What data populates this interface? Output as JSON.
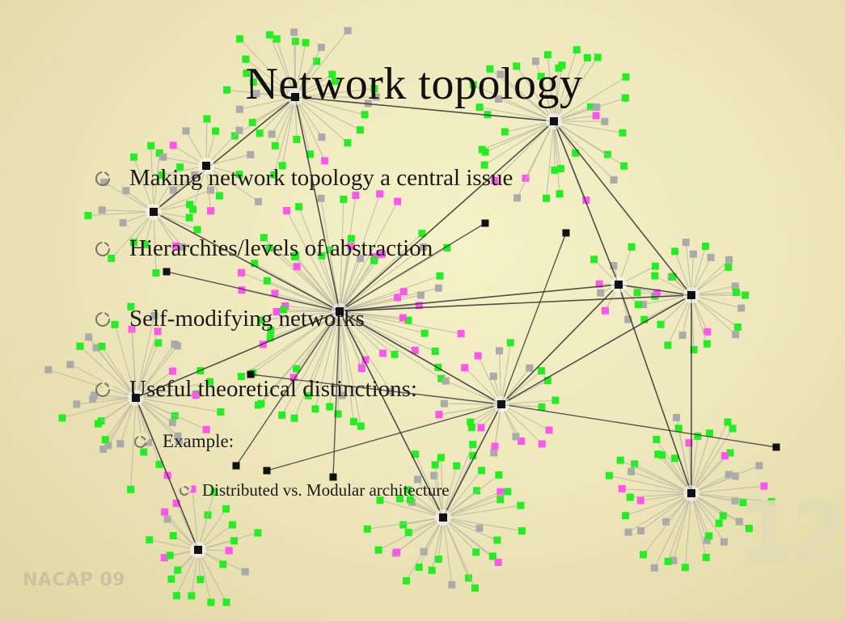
{
  "slide": {
    "title": "Network topology",
    "bullets": [
      {
        "text": "Making network topology a central issue",
        "level": 1
      },
      {
        "text": "Hierarchies/levels of abstraction",
        "level": 1
      },
      {
        "text": "Self-modifying networks",
        "level": 1
      },
      {
        "text": "Useful theoretical distinctions:",
        "level": 1
      },
      {
        "text": "Example:",
        "level": 2
      },
      {
        "text": "Distributed vs. Modular architecture",
        "level": 3
      }
    ],
    "footer": "NACAP 09",
    "slide_number": "12"
  },
  "colors": {
    "background": "#efe8bd",
    "node_green": "#22ee22",
    "node_magenta": "#ff55ee",
    "node_gray": "#aaaaaa",
    "hub": "#111111",
    "edge": "#333333"
  }
}
